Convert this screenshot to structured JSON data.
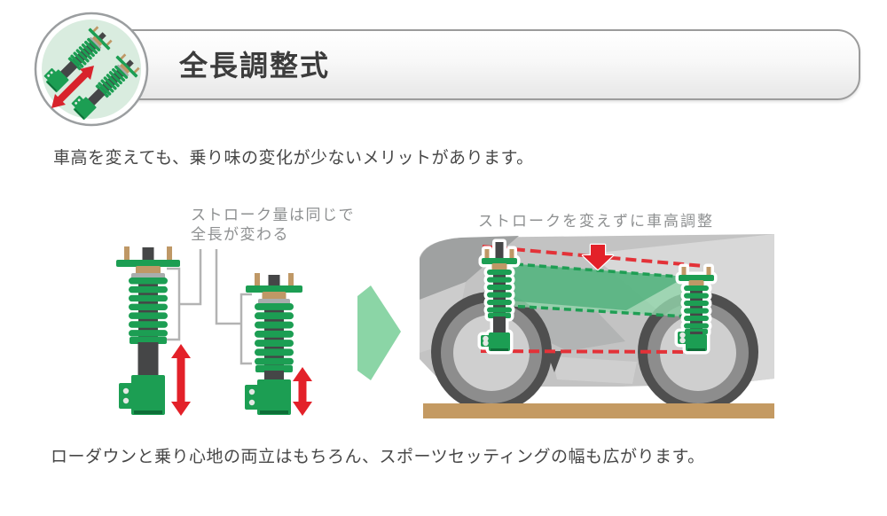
{
  "header": {
    "title": "全長調整式",
    "badge_icon": "coilover-pair-icon"
  },
  "intro": "車高を変えても、乗り味の変化が少ないメリットがあります。",
  "left_figure": {
    "caption_line1": "ストローク量は同じで",
    "caption_line2": "全長が変わる"
  },
  "right_figure": {
    "caption": "ストロークを変えずに車高調整"
  },
  "footer": "ローダウンと乗り心地の両立はもちろん、スポーツセッティングの幅も広がります。",
  "icons": {
    "badge": "coilover-pair-icon",
    "left_arrows": "up-down-stroke-arrow-icon",
    "center_arrow": "transform-right-arrow-icon",
    "car_arrow": "lowering-down-arrow-icon"
  },
  "colors": {
    "tein_green": "#1c9e53",
    "arrow_red": "#e32129",
    "mint_arrow": "#8bd5a6",
    "caption_gray": "#8e9091",
    "body_text_gray": "#474747",
    "car_gray": "#c3c3c3",
    "ground_tan": "#c49a62"
  }
}
